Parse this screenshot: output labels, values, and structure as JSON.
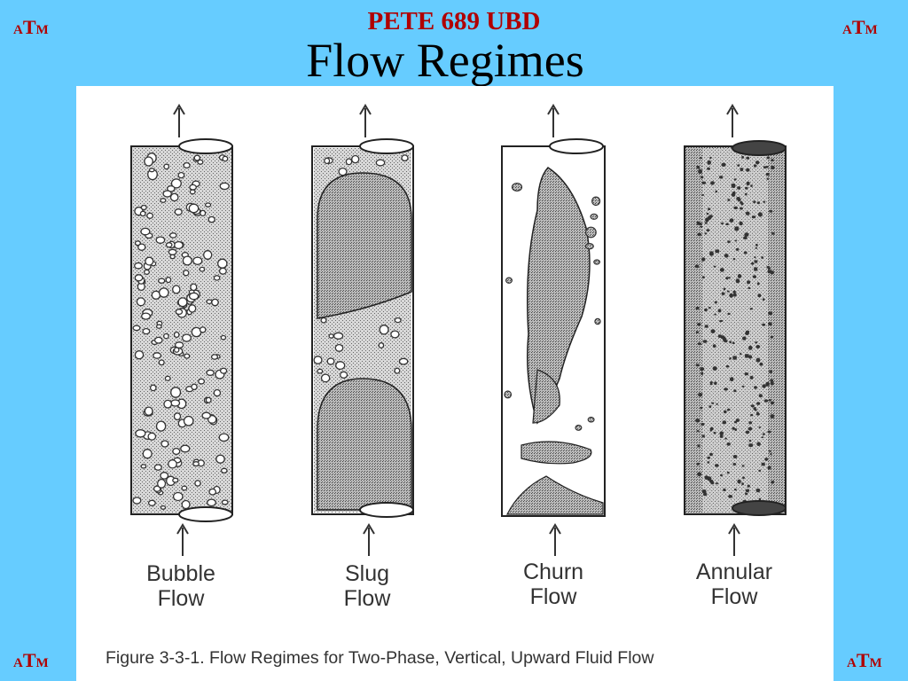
{
  "slide": {
    "course": "PETE 689 UBD",
    "title": "Flow Regimes",
    "logo": {
      "a": "A",
      "t": "T",
      "m": "M"
    }
  },
  "figure": {
    "regimes": [
      {
        "line1": "Bubble",
        "line2": "Flow"
      },
      {
        "line1": "Slug",
        "line2": "Flow"
      },
      {
        "line1": "Churn",
        "line2": "Flow"
      },
      {
        "line1": "Annular",
        "line2": "Flow"
      }
    ],
    "caption": "Figure 3-3-1. Flow Regimes for Two-Phase, Vertical, Upward Fluid Flow"
  },
  "colors": {
    "background": "#66CCFF",
    "accent": "#B00000",
    "figure_bg": "#FFFFFF"
  }
}
